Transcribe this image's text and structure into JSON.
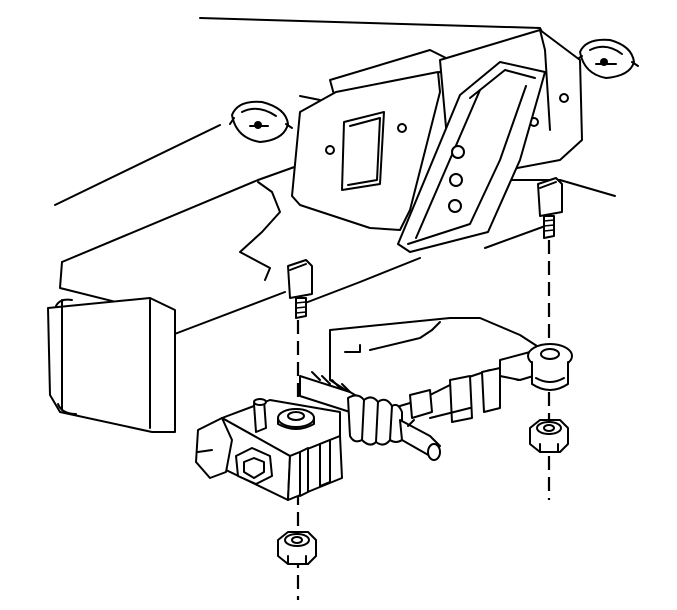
{
  "figure": {
    "kind": "exploded-assembly-line-drawing",
    "style": "black-and-white technical illustration",
    "components": [
      "frame-crossmember",
      "mounting-bracket",
      "rubber-isolator",
      "bolt",
      "nut",
      "steering-gear-mounting-plate",
      "tie-rod-boot",
      "wire-clip"
    ],
    "palette": {
      "line": "#000000",
      "background": "#ffffff"
    }
  }
}
